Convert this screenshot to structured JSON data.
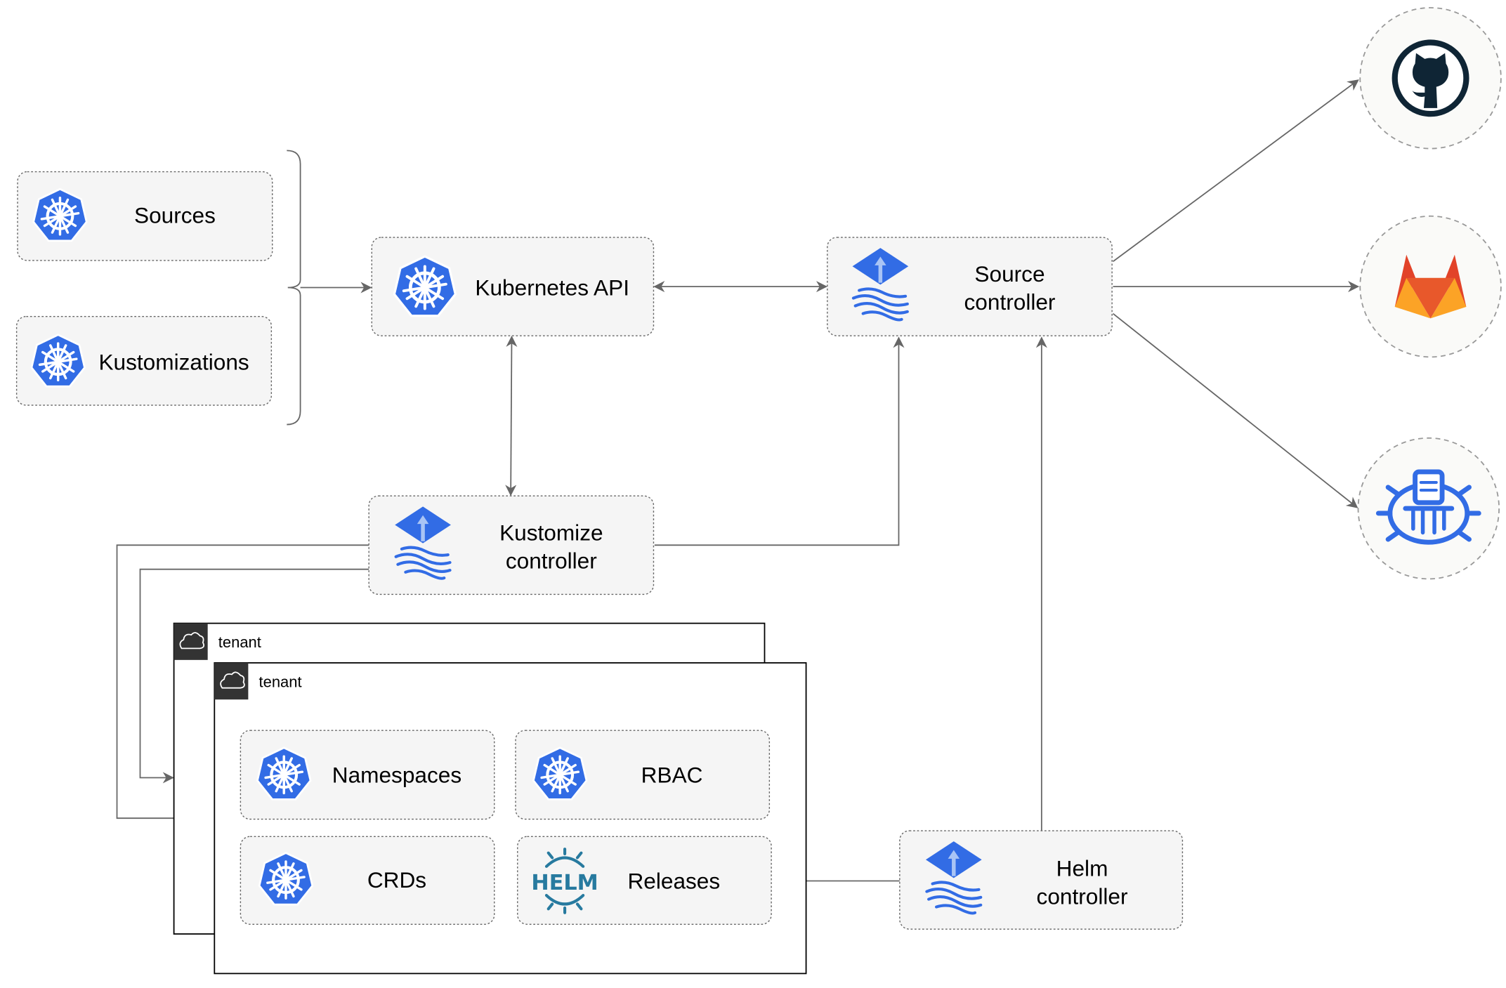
{
  "nodes": {
    "sources": "Sources",
    "kustomizations": "Kustomizations",
    "kubernetes_api": "Kubernetes API",
    "source_controller": [
      "Source",
      "controller"
    ],
    "kustomize_controller": [
      "Kustomize",
      "controller"
    ],
    "helm_controller": [
      "Helm",
      "controller"
    ],
    "namespaces": "Namespaces",
    "rbac": "RBAC",
    "crds": "CRDs",
    "releases": "Releases"
  },
  "tenants": [
    "tenant",
    "tenant"
  ],
  "logos": {
    "helm_text": "HELM",
    "external": [
      "github-icon",
      "gitlab-icon",
      "helm-repository-icon"
    ]
  },
  "colors": {
    "kubernetes_blue": "#326CE5",
    "github_dark": "#0F2535",
    "gitlab_orange": "#E24329",
    "gitlab_yellow": "#FCA326",
    "helm_teal": "#277A9F",
    "edge": "#666666"
  }
}
